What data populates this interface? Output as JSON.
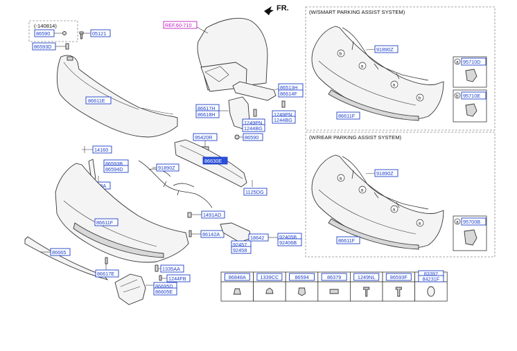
{
  "direction_label": "FR.",
  "ref_label": "REF.60-710",
  "date_note": "(-140814)",
  "section_titles": {
    "smart": "(W/SMART PARKING ASSIST SYSTEM)",
    "rear": "(W/REAR PARKING ASSIST SYSTEM)"
  },
  "callout_letters": {
    "a": "a",
    "b": "b"
  },
  "labels": {
    "p86590_top": "86590",
    "p05121": "05121",
    "p86593D": "86593D",
    "p86611E": "86611E",
    "p86617H": "86617H",
    "p86618H": "86618H",
    "p86513H": "86513H",
    "p86614F": "86614F",
    "p1249PN_a": "1249PN",
    "p1244BG_a": "1244BG",
    "p1249PN_b": "1249PN",
    "p1244BG_b": "1244BG",
    "p86590_mid": "86590",
    "p95420R": "95420R",
    "p14160": "14160",
    "p86630E": "86630E",
    "p86593B": "86593B",
    "p86594D": "86594D",
    "p91890Z_main": "91890Z",
    "p86593A": "86593A",
    "p1125DG": "1125DG",
    "p1491AD": "1491AD",
    "p86611F_main": "86611F",
    "p86142A": "86142A",
    "p18642": "18642",
    "p92405B": "92405B",
    "p92406B": "92406B",
    "p92457": "92457",
    "p92458": "92458",
    "p86665": "86665",
    "p86617E": "86617E",
    "p1335AA": "1335AA",
    "p1244FB": "1244FB",
    "p86695D": "86695D",
    "p86605E": "86605E",
    "p91890Z_smart": "91890Z",
    "p86611F_smart": "86611F",
    "p95710D": "95710D",
    "p95710E": "95710E",
    "p91890Z_rear": "91890Z",
    "p86611F_rear": "86611F",
    "p95700B": "95700B"
  },
  "fastener_table": [
    "86848A",
    "1339CC",
    "86594",
    "86379",
    "1249NL",
    "86593F",
    "83397",
    "84231F"
  ]
}
